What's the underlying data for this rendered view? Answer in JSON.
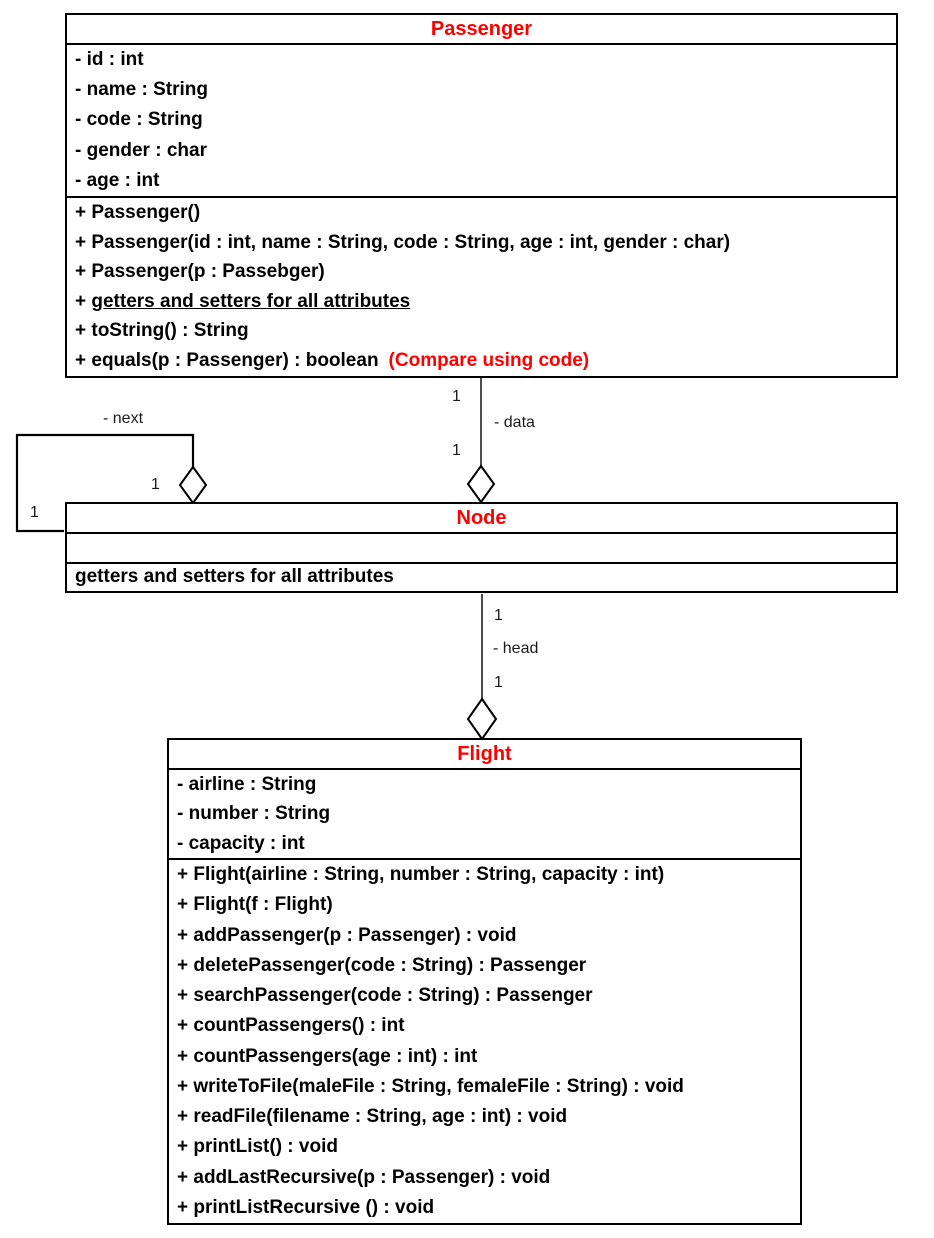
{
  "classes": {
    "passenger": {
      "title": "Passenger",
      "attributes": [
        "- id : int",
        "- name : String",
        "- code : String",
        "- gender : char",
        "- age : int"
      ],
      "methods": [
        {
          "text": "+ Passenger()"
        },
        {
          "text": "+ Passenger(id : int, name : String, code : String, age : int, gender : char)"
        },
        {
          "text": "+ Passenger(p : Passebger)"
        },
        {
          "prefix": "+ ",
          "underlined": "getters and setters for all attributes"
        },
        {
          "text": "+ toString() : String"
        },
        {
          "text": "+ equals(p : Passenger) : boolean",
          "note": "(Compare using code)"
        }
      ]
    },
    "node": {
      "title": "Node",
      "attributes_text": "",
      "methods_text": "getters and setters for all attributes"
    },
    "flight": {
      "title": "Flight",
      "attributes": [
        "- airline : String",
        "- number : String",
        "- capacity : int"
      ],
      "methods": [
        "+ Flight(airline : String, number : String, capacity : int)",
        "+ Flight(f : Flight)",
        "+ addPassenger(p : Passenger) : void",
        "+ deletePassenger(code : String) : Passenger",
        "+ searchPassenger(code : String) : Passenger",
        "+ countPassengers() : int",
        "+ countPassengers(age : int) : int",
        "+ writeToFile(maleFile : String, femaleFile : String) : void",
        "+ readFile(filename : String, age : int) : void",
        "+ printList() : void",
        "+ addLastRecursive(p : Passenger) : void",
        "+ printListRecursive () : void"
      ]
    }
  },
  "connectors": {
    "data": {
      "upper_mult": "1",
      "role_label": "- data",
      "lower_mult": "1"
    },
    "next": {
      "role_label": "- next",
      "diamond_mult": "1",
      "end_mult": "1"
    },
    "head": {
      "upper_mult": "1",
      "role_label": "- head",
      "lower_mult": "1"
    }
  },
  "colors": {
    "class_title": "#ff0000",
    "note": "#ff0000",
    "text": "#000000",
    "border": "#000000"
  }
}
